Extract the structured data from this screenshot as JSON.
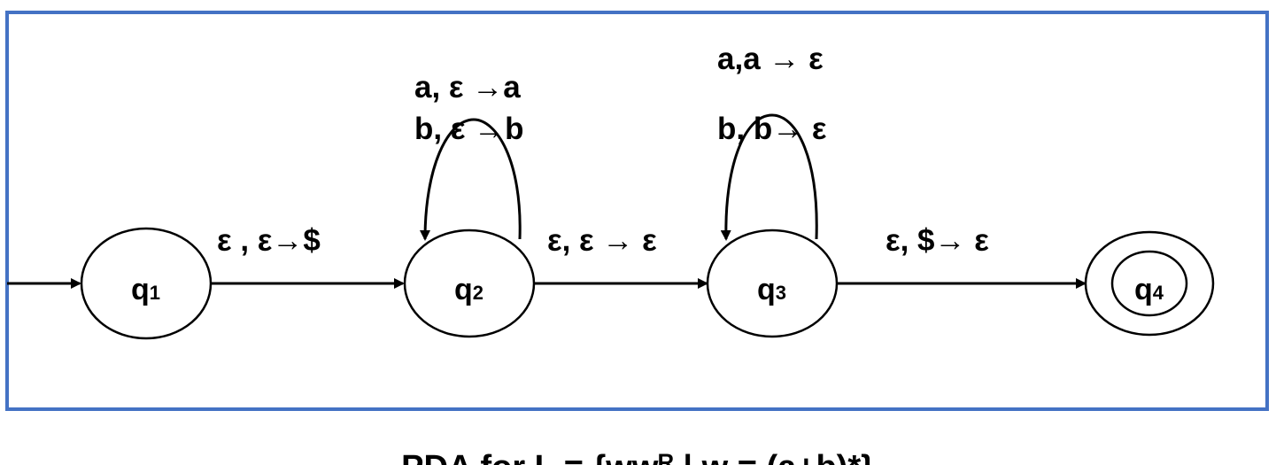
{
  "colors": {
    "frame": "#4472C4",
    "stroke": "#000000"
  },
  "states": [
    {
      "id": "q1",
      "letter": "q",
      "sub": "1",
      "accepting": false,
      "start": true
    },
    {
      "id": "q2",
      "letter": "q",
      "sub": "2",
      "accepting": false
    },
    {
      "id": "q3",
      "letter": "q",
      "sub": "3",
      "accepting": false
    },
    {
      "id": "q4",
      "letter": "q",
      "sub": "4",
      "accepting": true
    }
  ],
  "transitions": {
    "q1_q2": "ε , ε→$",
    "q2_loop": [
      "a, ε →a",
      "b, ε →b"
    ],
    "q2_q3": "ε, ε → ε",
    "q3_loop": [
      "a,a → ε",
      "b, b→ ε"
    ],
    "q3_q4": "ε, $→ ε"
  },
  "caption": "PDA for L = {wwᴿ | w = (a+b)*}"
}
